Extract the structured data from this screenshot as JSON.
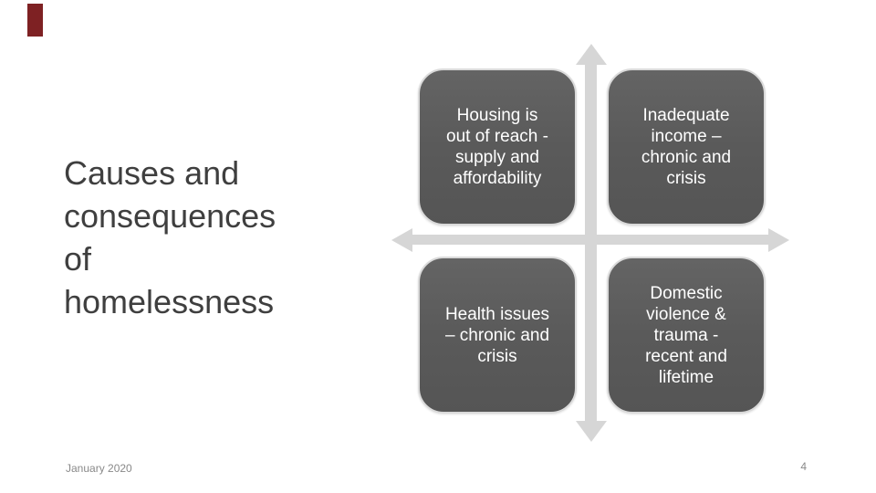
{
  "slide": {
    "title": "Causes and\nconsequences\nof\nhomelessness",
    "quadrants": [
      {
        "name": "housing",
        "text": "Housing is\nout of reach -\nsupply and\naffordability"
      },
      {
        "name": "income",
        "text": "Inadequate\nincome –\nchronic and\ncrisis"
      },
      {
        "name": "health",
        "text": "Health issues\n– chronic and\ncrisis"
      },
      {
        "name": "domestic-violence",
        "text": "Domestic\nviolence &\ntrauma -\nrecent and\nlifetime"
      }
    ],
    "footer": {
      "date": "January 2020",
      "page_number": "4"
    },
    "colors": {
      "accent_bar": "#7e2123",
      "box_fill": "#5b5b5b",
      "box_border": "#dadada",
      "box_text": "#ffffff",
      "arrow": "#d6d6d6",
      "title_text": "#3f3f3f",
      "footer_text": "#898989"
    },
    "icons": {
      "up_arrow": "axis-arrow-up",
      "down_arrow": "axis-arrow-down",
      "left_arrow": "axis-arrow-left",
      "right_arrow": "axis-arrow-right"
    }
  }
}
